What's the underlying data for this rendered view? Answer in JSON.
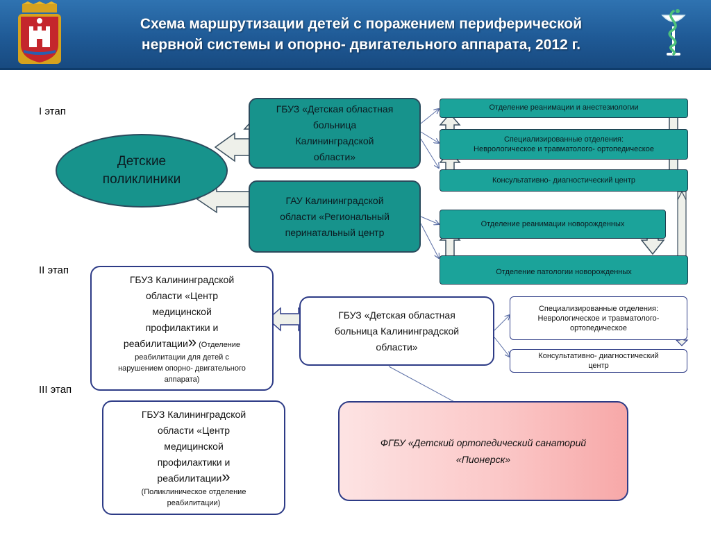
{
  "header": {
    "title_line1": "Схема маршрутизации детей с поражением периферической",
    "title_line2": "нервной системы и опорно- двигательного аппарата, 2012 г."
  },
  "stages": {
    "stage1": "I этап",
    "stage2": "II этап",
    "stage3": "III этап"
  },
  "clinics": {
    "label_line1": "Детские",
    "label_line2": "поликлиники"
  },
  "children_hospital": {
    "line1": "ГБУЗ «Детская областная",
    "line2": "больница",
    "line3": "Калининградской",
    "line4": "области»"
  },
  "perinatal_center": {
    "line1": "ГАУ Калининградской",
    "line2": "области «Региональный",
    "line3": "перинатальный центр"
  },
  "stage1_departments": {
    "reanimation": "Отделение реанимации и анестезиологии",
    "specialized_line1": "Специализированные отделения:",
    "specialized_line2": "Неврологическое и травматолого- ортопедическое",
    "consultative": "Консультативно- диагностический центр",
    "newborn_reanimation": "Отделение реанимации новорожденных",
    "newborn_pathology": "Отделение патологии новорожденных"
  },
  "prevention_center_stage2": {
    "line1": "ГБУЗ Калининградской",
    "line2": "области «Центр",
    "line3": "медицинской",
    "line4": "профилактики и",
    "line5": "реабилитации",
    "quote": "»",
    "note_line1": " (Отделение",
    "note_line2": "реабилитации для детей с",
    "note_line3": "нарушением опорно- двигательного",
    "note_line4": "аппарата)"
  },
  "children_hospital_stage2": {
    "line1": "ГБУЗ «Детская областная",
    "line2": "больница Калининградской",
    "line3": "области»"
  },
  "stage2_departments": {
    "specialized_line1": "Специализированные отделения:",
    "specialized_line2": "Неврологическое и травматолого-",
    "specialized_line3": "ортопедическое",
    "consultative_line1": "Консультативно- диагностический",
    "consultative_line2": "центр"
  },
  "prevention_center_stage3": {
    "line1": "ГБУЗ Калининградской",
    "line2": "области «Центр",
    "line3": "медицинской",
    "line4": "профилактики и",
    "line5": "реабилитации",
    "quote": "»",
    "note_line1": "(Поликлиническое отделение",
    "note_line2": "реабилитации)"
  },
  "sanatorium": {
    "line1": "ФГБУ «Детский ортопедический санаторий",
    "line2": "«Пионерск»"
  },
  "colors": {
    "header_blue": "#1f5a96",
    "teal": "#17938c",
    "border_navy": "#2d3b86",
    "arrow_fill": "#eef0ea"
  }
}
